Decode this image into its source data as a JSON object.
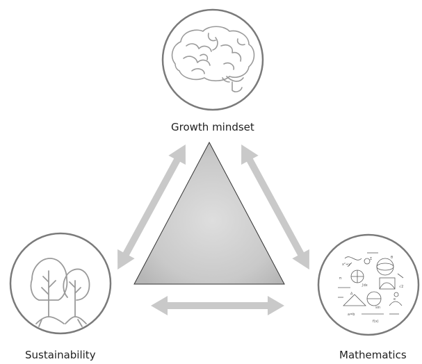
{
  "nodes": {
    "top": {
      "label": "Growth mindset",
      "icon": "brain-icon"
    },
    "left": {
      "label": "Sustainability",
      "icon": "trees-icon"
    },
    "right": {
      "label": "Mathematics",
      "icon": "math-formulas-icon"
    }
  },
  "center": {
    "shape": "triangle"
  },
  "links": [
    {
      "from": "Growth mindset",
      "to": "Sustainability",
      "style": "double-arrow"
    },
    {
      "from": "Growth mindset",
      "to": "Mathematics",
      "style": "double-arrow"
    },
    {
      "from": "Sustainability",
      "to": "Mathematics",
      "style": "double-arrow"
    }
  ],
  "colors": {
    "arrow": "#c8c8c8",
    "circle_stroke": "#7a7a7a",
    "triangle_center": "#dcdcdc",
    "triangle_edge": "#b4b4b4",
    "icon_stroke": "#9a9a9a",
    "text": "#1f1f1f"
  }
}
